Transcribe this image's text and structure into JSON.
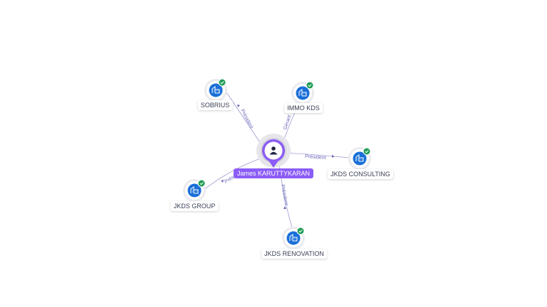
{
  "center": {
    "name": "James KARUTTYKARAN",
    "icon": "person-icon",
    "color": "#8b5cf6"
  },
  "companies": [
    {
      "name": "SOBRIUS",
      "relation": "Président",
      "verified": true,
      "icon": "building-icon"
    },
    {
      "name": "IMMO KDS",
      "relation": "Gérant",
      "verified": true,
      "icon": "building-icon"
    },
    {
      "name": "JKDS CONSULTING",
      "relation": "Président",
      "verified": true,
      "icon": "building-icon"
    },
    {
      "name": "JKDS GROUP",
      "relation": "Président",
      "verified": true,
      "icon": "building-icon"
    },
    {
      "name": "JKDS RENOVATION",
      "relation": "Président",
      "verified": true,
      "icon": "building-icon"
    }
  ],
  "colors": {
    "company": "#1a6fd8",
    "verified": "#1f9d55",
    "edge": "#9b98d6"
  }
}
